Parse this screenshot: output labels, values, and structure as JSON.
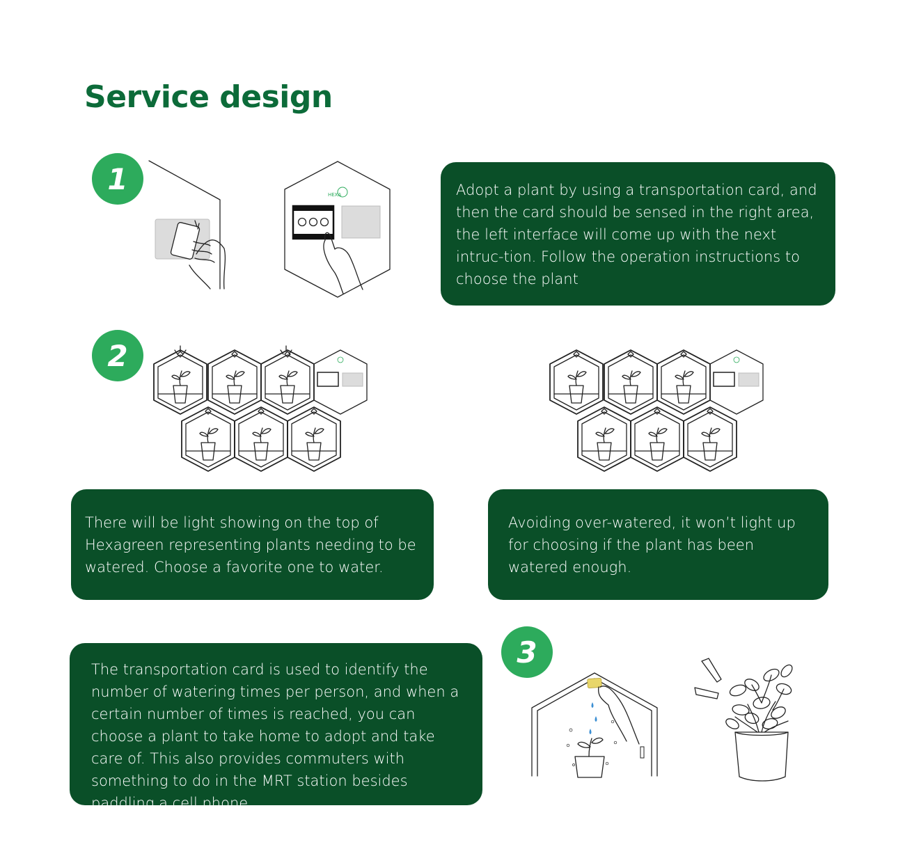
{
  "page": {
    "title": "Service design"
  },
  "steps": [
    {
      "number": "1",
      "descriptions": [
        "Adopt a plant by using a transportation card, and then the card should be sensed in the right area, the left interface will come up with the next intruc-tion. Follow the operation instructions to choose the plant"
      ]
    },
    {
      "number": "2",
      "descriptions": [
        "There will be light showing on the top of Hexagreen representing plants needing to be watered. Choose a favorite one to water.",
        "Avoiding over-watered, it won’t light up for choosing if the plant has been watered enough."
      ]
    },
    {
      "number": "3",
      "descriptions": [
        "The transportation card is used to identify the number of watering times per person, and when a certain number of times is reached, you can choose a plant to take home to adopt and take care of. This also provides commuters with something to do in the MRT station besides paddling a cell phone."
      ]
    }
  ],
  "illustrations": [
    {
      "id": "card-tap",
      "icon": "hand-card-tap-icon"
    },
    {
      "id": "kiosk-interface",
      "icon": "hexagon-kiosk-icon",
      "logo_text": "HEXA"
    },
    {
      "id": "grid-lit",
      "icon": "hexagon-plant-grid-icon"
    },
    {
      "id": "grid-unlit",
      "icon": "hexagon-plant-grid-icon"
    },
    {
      "id": "watering",
      "icon": "watering-hand-icon"
    },
    {
      "id": "potted-plant",
      "icon": "potted-plant-icon"
    }
  ],
  "colors": {
    "title": "#0c6b39",
    "badge": "#2dab5c",
    "box": "#0a4f28",
    "card_sensor": "#e8d66a"
  }
}
